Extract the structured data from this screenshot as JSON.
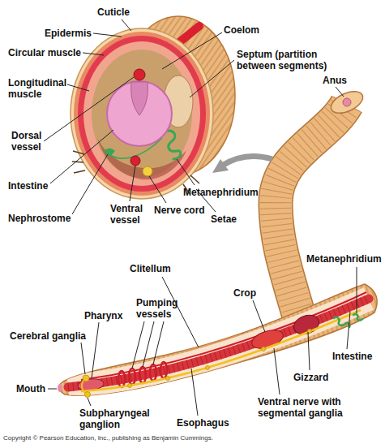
{
  "diagram": {
    "labels": [
      "Cuticle",
      "Epidermis",
      "Coelom",
      "Circular muscle",
      "Septum (partition between segments)",
      "Longitudinal muscle",
      "Anus",
      "Dorsal vessel",
      "Intestine",
      "Metanephridium",
      "Nephrostome",
      "Ventral vessel",
      "Nerve cord",
      "Setae",
      "Metanephridium",
      "Clitellum",
      "Pumping vessels",
      "Crop",
      "Pharynx",
      "Cerebral ganglia",
      "Intestine",
      "Gizzard",
      "Mouth",
      "Ventral nerve with segmental ganglia",
      "Subpharyngeal ganglion",
      "Esophagus",
      "Copyright © Pearson Education, Inc., publishing as Benjamin Cummings."
    ]
  }
}
